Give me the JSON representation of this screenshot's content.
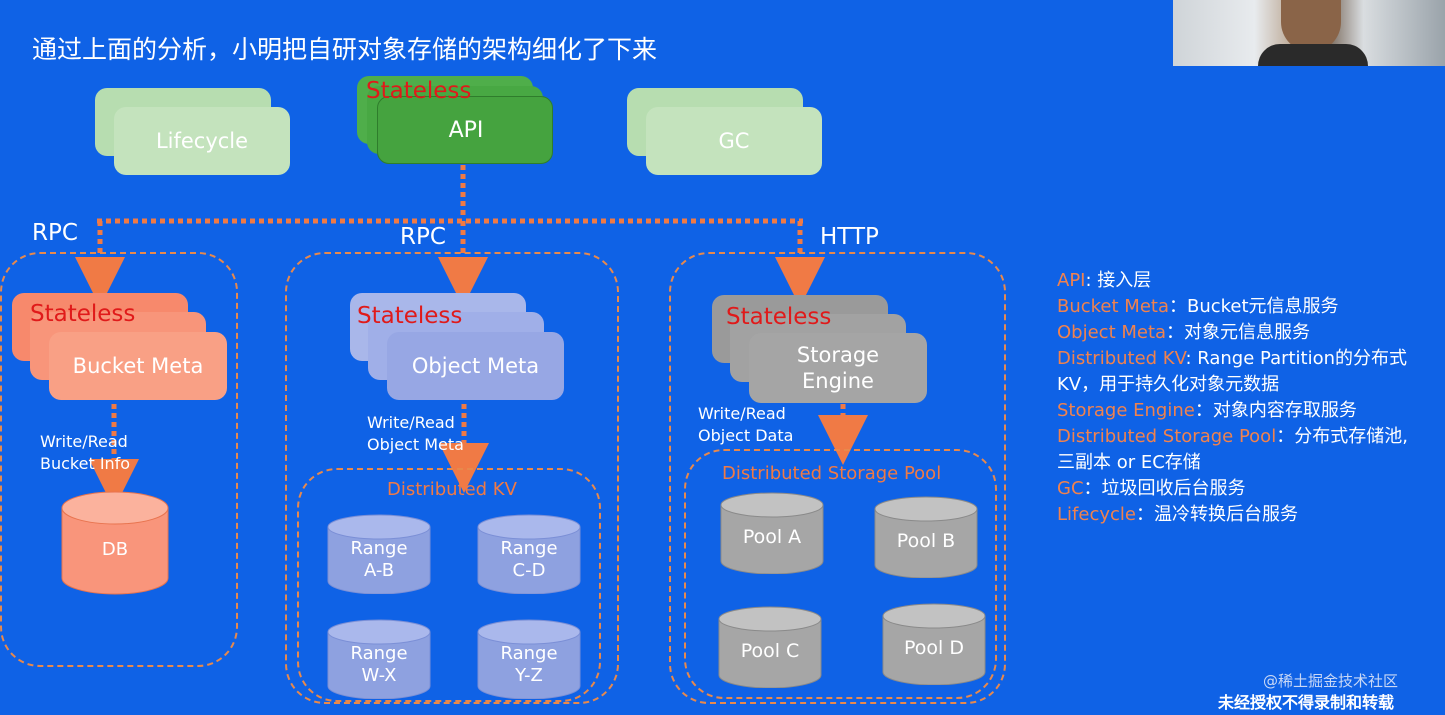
{
  "title": "通过上面的分析，小明把自研对象存储的架构细化了下来",
  "top": {
    "lifecycle": "Lifecycle",
    "api_stateless": "Stateless",
    "api": "API",
    "gc": "GC"
  },
  "protocols": {
    "left": "RPC",
    "middle": "RPC",
    "right": "HTTP"
  },
  "bucket": {
    "stateless": "Stateless",
    "name": "Bucket Meta",
    "op1": "Write/Read",
    "op2": "Bucket Info",
    "db": "DB"
  },
  "object": {
    "stateless": "Stateless",
    "name": "Object Meta",
    "op1": "Write/Read",
    "op2": "Object Meta",
    "kv": "Distributed KV",
    "ranges": [
      {
        "l1": "Range",
        "l2": "A-B"
      },
      {
        "l1": "Range",
        "l2": "C-D"
      },
      {
        "l1": "Range",
        "l2": "W-X"
      },
      {
        "l1": "Range",
        "l2": "Y-Z"
      }
    ]
  },
  "storage": {
    "stateless": "Stateless",
    "name1": "Storage",
    "name2": "Engine",
    "op1": "Write/Read",
    "op2": "Object Data",
    "pool": "Distributed Storage Pool",
    "pools": [
      "Pool A",
      "Pool B",
      "Pool C",
      "Pool D"
    ]
  },
  "legend": [
    {
      "k": "API",
      "v": ": 接入层"
    },
    {
      "k": "Bucket Meta",
      "v": "：Bucket元信息服务"
    },
    {
      "k": "Object Meta",
      "v": "：对象元信息服务"
    },
    {
      "k": "Distributed KV",
      "v": ": Range Partition的分布式"
    },
    {
      "k": "",
      "v": "KV，用于持久化对象元数据"
    },
    {
      "k": "Storage Engine",
      "v": "：对象内容存取服务"
    },
    {
      "k": "Distributed Storage Pool",
      "v": "：分布式存储池,"
    },
    {
      "k": "",
      "v": "三副本 or EC存储"
    },
    {
      "k": "GC",
      "v": "：垃圾回收后台服务"
    },
    {
      "k": "Lifecycle",
      "v": "：温冷转换后台服务"
    }
  ],
  "watermark": {
    "site": "@稀土掘金技术社区",
    "notice": "未经授权不得录制和转载"
  },
  "colors": {
    "background": "#0f62e6",
    "stateless": "#e01a1a",
    "orange": "#f0824e"
  }
}
